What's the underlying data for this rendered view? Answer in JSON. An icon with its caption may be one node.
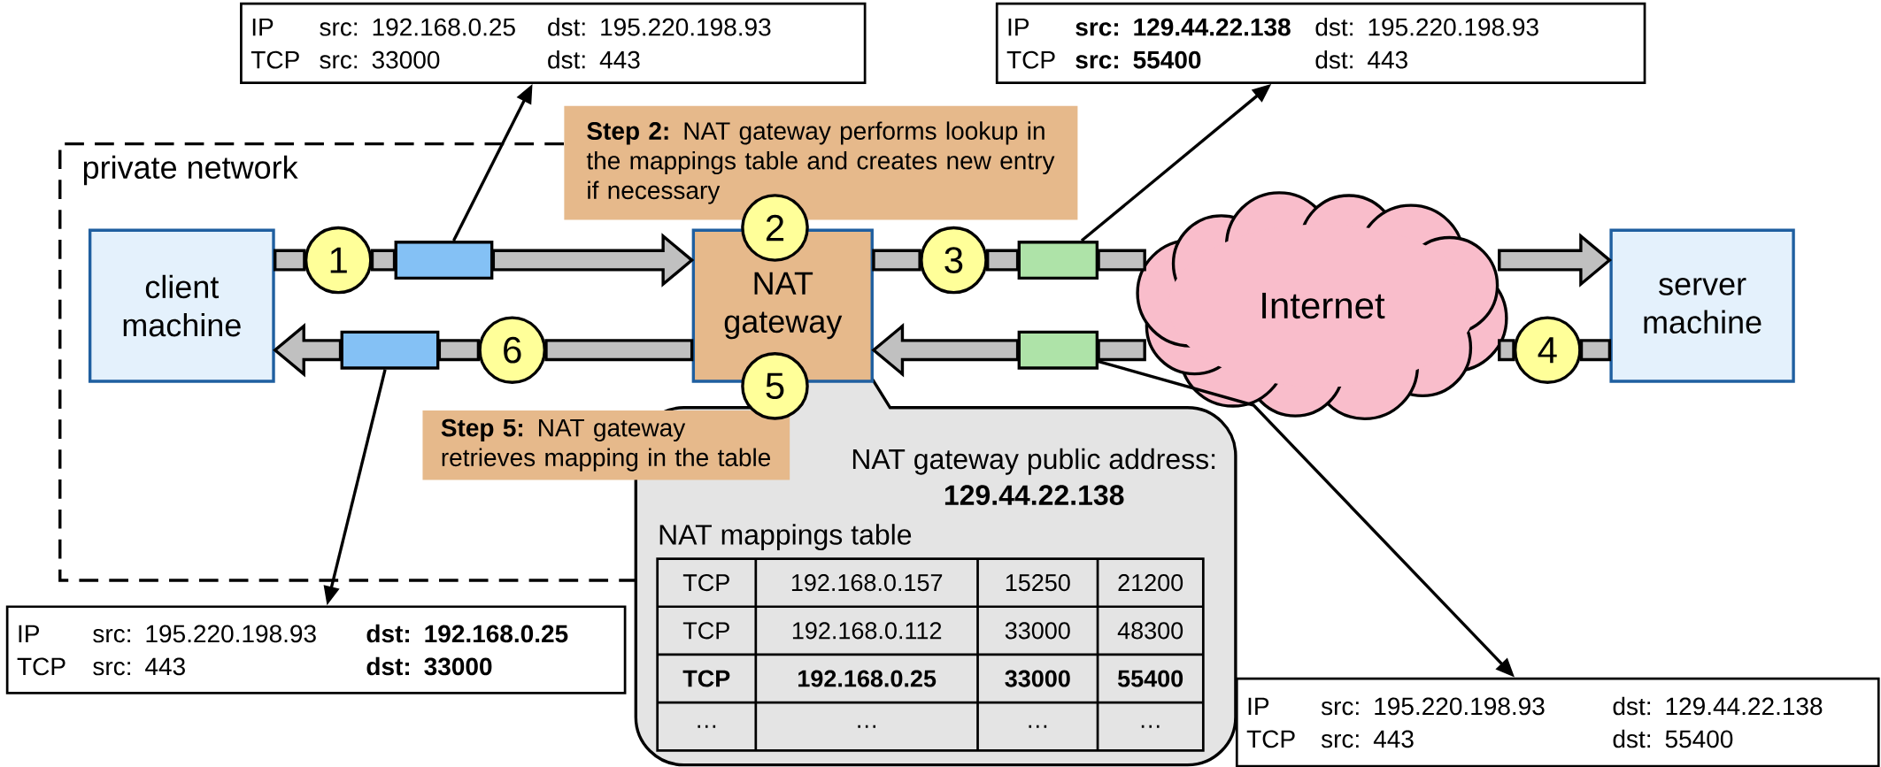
{
  "diagram": {
    "nodes": [
      {
        "text": [
          "private network"
        ]
      },
      {
        "text": [
          "client machine"
        ],
        "in": 0
      },
      {
        "text": [
          "NAT gateway"
        ]
      },
      {
        "text": [
          "Internet"
        ]
      },
      {
        "text": [
          "server machine"
        ]
      },
      {
        "text": [
          "1"
        ],
        "in": 0
      },
      {
        "text": [
          "2"
        ]
      },
      {
        "text": [
          "3"
        ]
      },
      {
        "text": [
          "4"
        ]
      },
      {
        "text": [
          "5"
        ]
      },
      {
        "text": [
          "6"
        ],
        "in": 0
      },
      {
        "text": [],
        "shape": "box",
        "in": 0
      },
      {
        "text": [],
        "shape": "box",
        "in": 0
      },
      {
        "text": [],
        "shape": "box"
      },
      {
        "text": [],
        "shape": "box"
      },
      {
        "text": [
          "IP",
          "src: 192.168.0.25",
          "dst: 195.220.198.93",
          "TCP",
          "src: 33000",
          "dst: 443"
        ]
      },
      {
        "text": [
          "IP",
          "src: 129.44.22.138",
          "dst: 195.220.198.93",
          "TCP",
          "src: 55400",
          "dst: 443"
        ]
      },
      {
        "text": [
          "IP",
          "src: 195.220.198.93",
          "dst: 192.168.0.25",
          "TCP",
          "src: 443",
          "dst: 33000"
        ]
      },
      {
        "text": [
          "IP",
          "src: 195.220.198.93",
          "dst: 129.44.22.138",
          "TCP",
          "src: 443",
          "dst: 55400"
        ]
      },
      {
        "text": [
          "NAT gateway public address:",
          "129.44.22.138",
          "NAT mappings table"
        ]
      },
      {
        "text": [
          "**Step 2:** NAT gateway performs lookup in the mappings table and creates new entry if necessary"
        ]
      },
      {
        "text": [
          "**Step 5:** NAT gateway retrieves mapping in the table"
        ]
      }
    ],
    "edges": [
      {
        "from": 1,
        "to": 5,
        "arrow": "none",
        "style": "thick"
      },
      {
        "from": 5,
        "to": 11,
        "arrow": "none",
        "style": "thick"
      },
      {
        "from": 11,
        "to": 2,
        "arrow": "to",
        "style": "thick"
      },
      {
        "from": 2,
        "to": 7,
        "arrow": "none",
        "style": "thick"
      },
      {
        "from": 7,
        "to": 13,
        "arrow": "none",
        "style": "thick"
      },
      {
        "from": 13,
        "to": 3,
        "arrow": "none",
        "style": "thick"
      },
      {
        "from": 3,
        "to": 4,
        "arrow": "to",
        "style": "thick"
      },
      {
        "from": 4,
        "to": 8,
        "arrow": "none",
        "style": "thick"
      },
      {
        "from": 8,
        "to": 3,
        "arrow": "none",
        "style": "thick"
      },
      {
        "from": 3,
        "to": 14,
        "arrow": "none",
        "style": "thick"
      },
      {
        "from": 14,
        "to": 2,
        "arrow": "to",
        "style": "thick"
      },
      {
        "from": 2,
        "to": 10,
        "arrow": "none",
        "style": "thick"
      },
      {
        "from": 10,
        "to": 12,
        "arrow": "none",
        "style": "thick"
      },
      {
        "from": 12,
        "to": 1,
        "arrow": "to",
        "style": "thick"
      },
      {
        "from": 11,
        "to": 15,
        "arrow": "to"
      },
      {
        "from": 13,
        "to": 16,
        "arrow": "to"
      },
      {
        "from": 12,
        "to": 17,
        "arrow": "to"
      },
      {
        "from": 14,
        "to": 18,
        "arrow": "to"
      }
    ],
    "labels": [
      "TCP",
      "192.168.0.157",
      "15250",
      "21200",
      "TCP",
      "192.168.0.112",
      "33000",
      "48300",
      "TCP",
      "192.168.0.25",
      "33000",
      "55400",
      "…",
      "…",
      "…",
      "…"
    ]
  }
}
